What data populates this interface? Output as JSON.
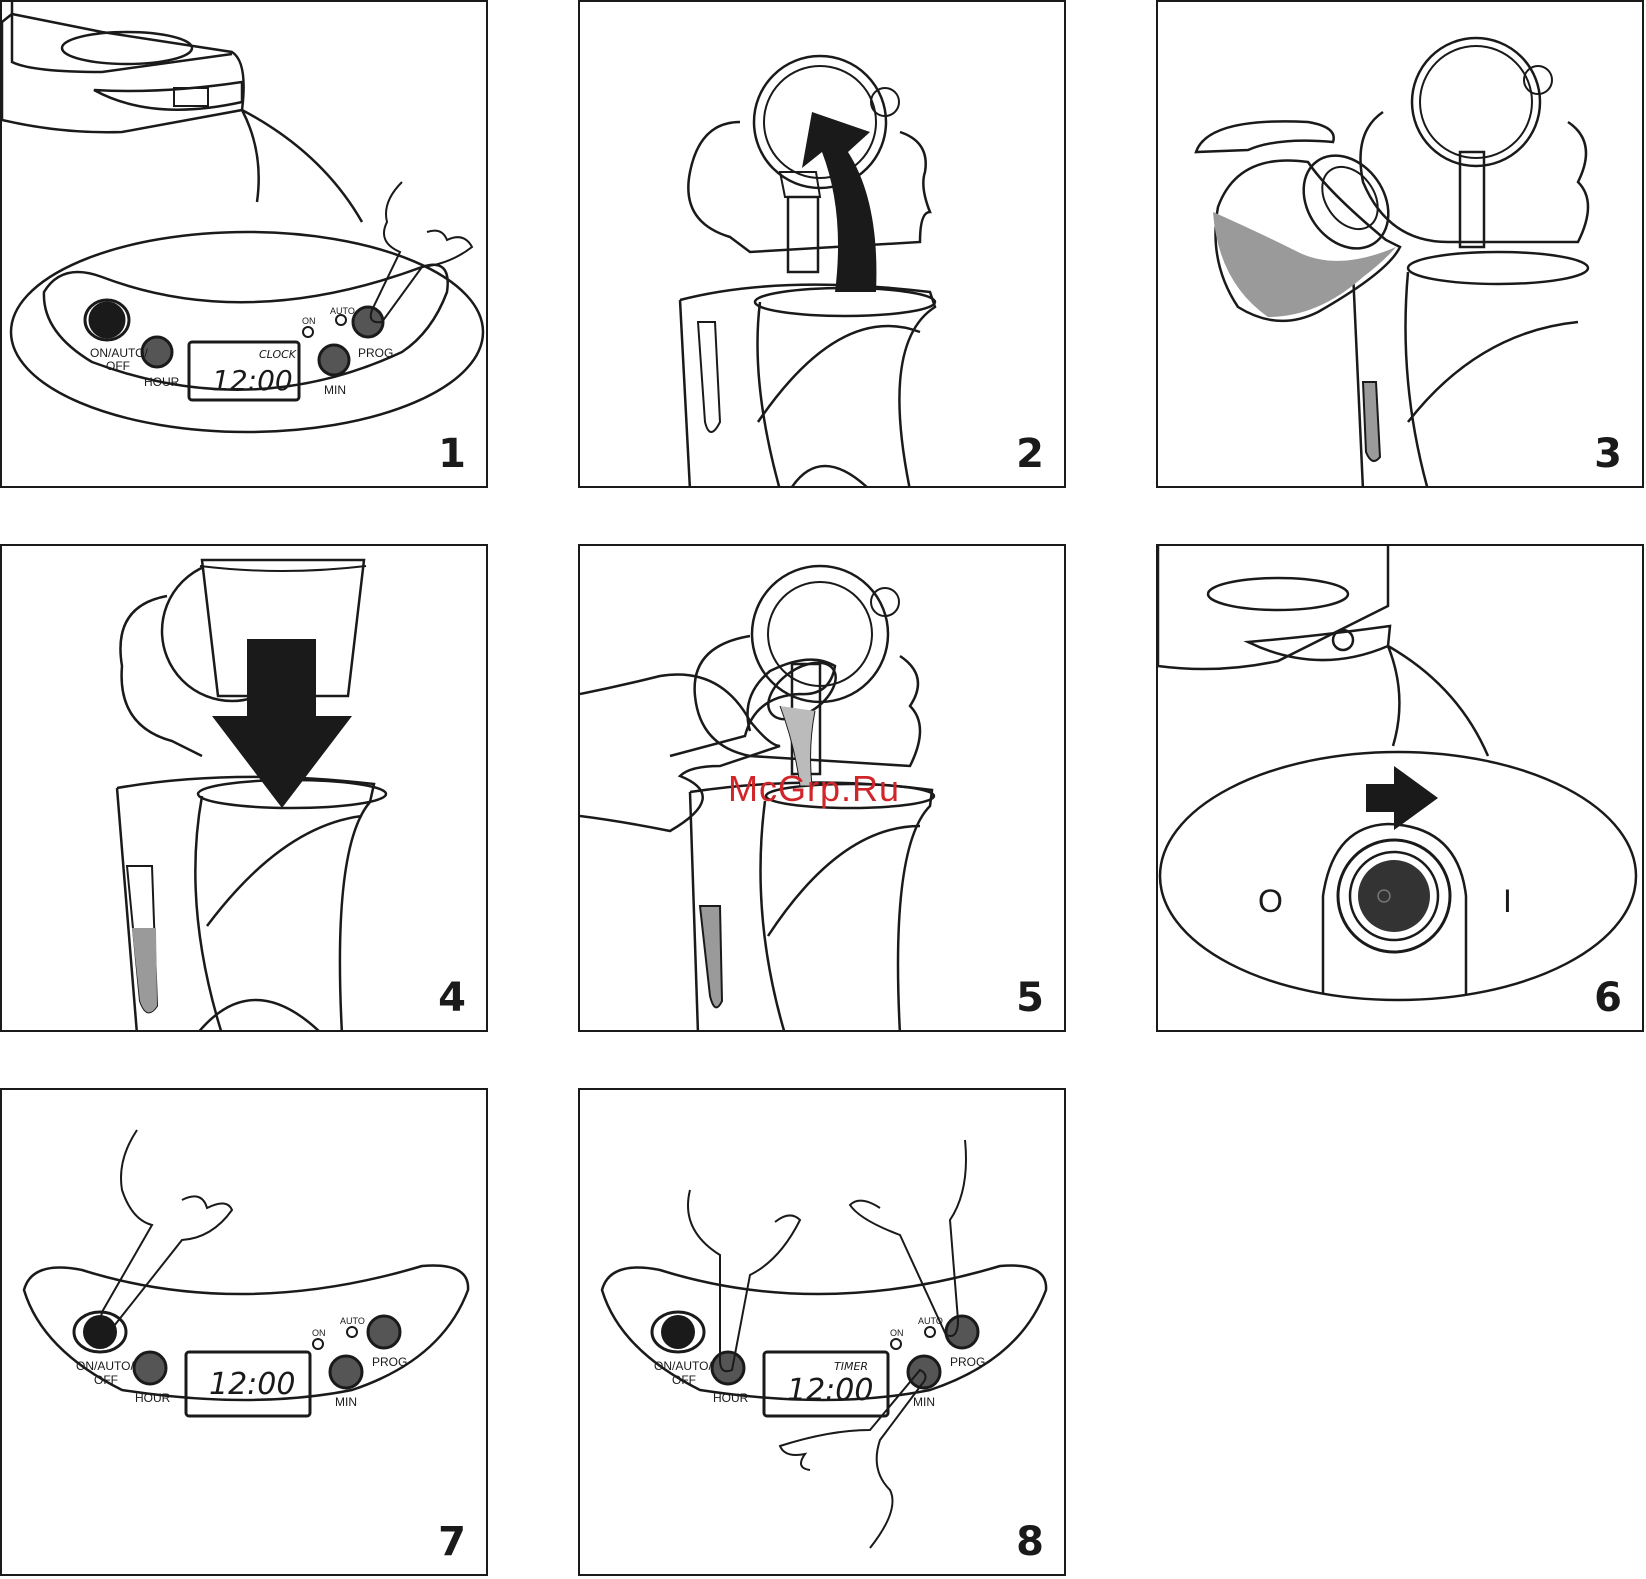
{
  "panels": [
    {
      "number": "1",
      "display_time": "12:00",
      "display_mode": "CLOCK",
      "labels": {
        "on_auto_off": [
          "ON/AUTO/",
          "OFF"
        ],
        "hour": "HOUR",
        "min": "MIN",
        "prog": "PROG",
        "on": "ON",
        "auto": "AUTO"
      }
    },
    {
      "number": "2"
    },
    {
      "number": "3"
    },
    {
      "number": "4"
    },
    {
      "number": "5"
    },
    {
      "number": "6",
      "switch_off": "O",
      "switch_on": "I"
    },
    {
      "number": "7",
      "display_time": "12:00",
      "labels": {
        "on_auto_off": [
          "ON/AUTO/",
          "OFF"
        ],
        "hour": "HOUR",
        "min": "MIN",
        "prog": "PROG",
        "on": "ON",
        "auto": "AUTO"
      }
    },
    {
      "number": "8",
      "display_time": "12:00",
      "display_mode": "TIMER",
      "labels": {
        "on_auto_off": [
          "ON/AUTO/",
          "OFF"
        ],
        "hour": "HOUR",
        "min": "MIN",
        "prog": "PROG",
        "on": "ON",
        "auto": "AUTO"
      }
    }
  ],
  "watermark": "McGrp.Ru",
  "colors": {
    "line": "#1a1a1a",
    "fill_gray": "#9a9a9a",
    "watermark": "#d0262a"
  }
}
